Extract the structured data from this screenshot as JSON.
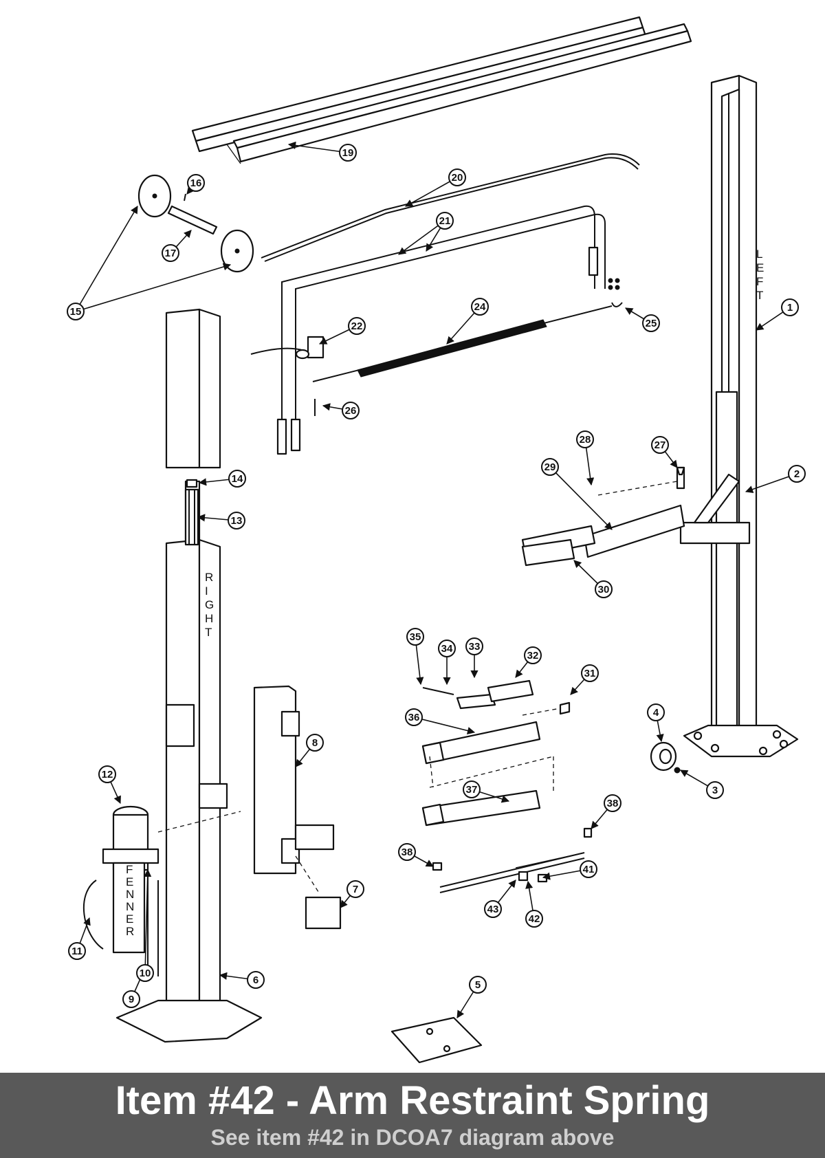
{
  "banner": {
    "title": "Item #42 - Arm Restraint Spring",
    "subtitle": "See item #42 in DCOA7 diagram above"
  },
  "column_labels": {
    "left": "LEFT",
    "right": "RIGHT",
    "motor": "FENNER"
  },
  "callouts": [
    "1",
    "2",
    "3",
    "4",
    "5",
    "6",
    "7",
    "8",
    "9",
    "10",
    "11",
    "12",
    "13",
    "14",
    "15",
    "16",
    "17",
    "19",
    "20",
    "21",
    "22",
    "24",
    "25",
    "26",
    "27",
    "28",
    "29",
    "30",
    "31",
    "32",
    "33",
    "34",
    "35",
    "36",
    "37",
    "38",
    "38",
    "41",
    "42",
    "43"
  ]
}
